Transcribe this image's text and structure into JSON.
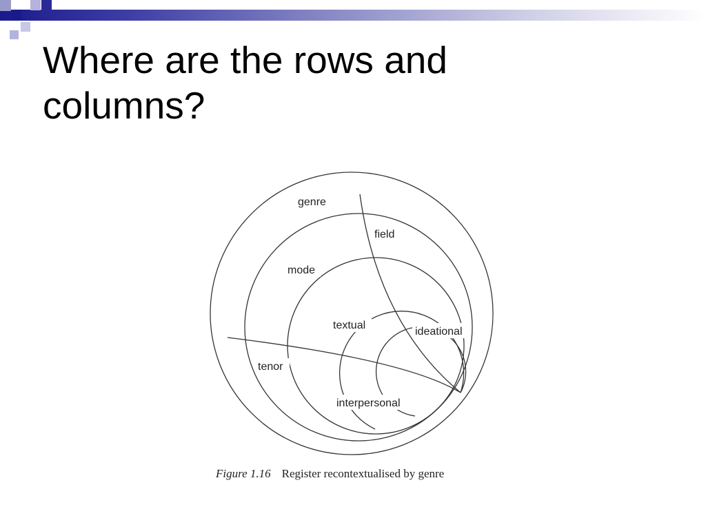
{
  "slide": {
    "title_lines": [
      "Where are the rows and",
      "columns?"
    ]
  },
  "diagram": {
    "labels": {
      "genre": "genre",
      "field": "field",
      "mode": "mode",
      "textual": "textual",
      "ideational": "ideational",
      "tenor": "tenor",
      "interpersonal": "interpersonal"
    },
    "caption": {
      "figure_number": "Figure 1.16",
      "text": "Register recontextualised by genre"
    }
  },
  "colors": {
    "band_dark": "#1a1a8c",
    "band_light": "#ffffff",
    "deco_dark": "#1a1a8c",
    "deco_light": "#9999cc",
    "line": "#333333"
  }
}
